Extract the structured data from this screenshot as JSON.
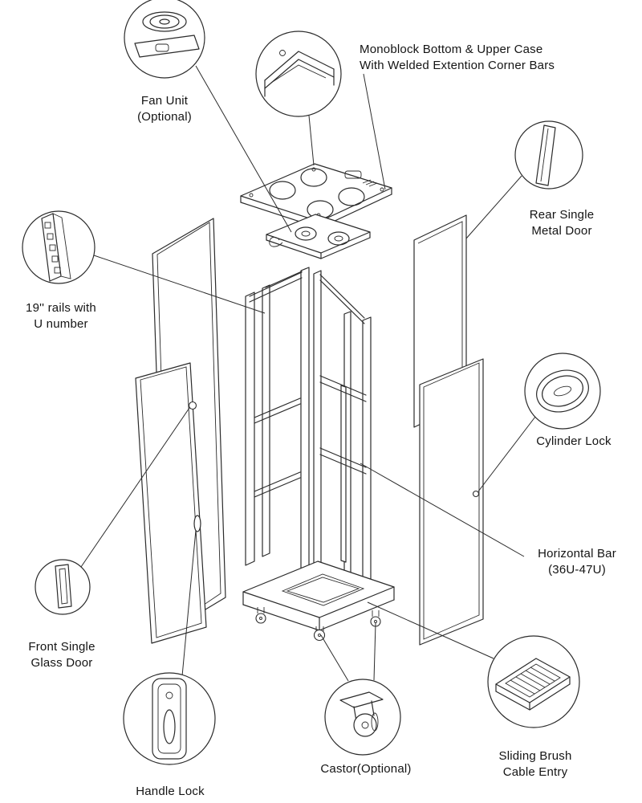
{
  "labels": {
    "fan_unit": {
      "line1": "Fan Unit",
      "line2": "(Optional)"
    },
    "monoblock": {
      "line1": "Monoblock Bottom & Upper Case",
      "line2": "With Welded Extention Corner Bars"
    },
    "rear_door": {
      "line1": "Rear Single",
      "line2": "Metal Door"
    },
    "rails": {
      "line1": "19'' rails with",
      "line2": "U number"
    },
    "cylinder_lock": {
      "line1": "Cylinder Lock"
    },
    "horizontal_bar": {
      "line1": "Horizontal Bar",
      "line2": "(36U-47U)"
    },
    "front_door": {
      "line1": "Front Single",
      "line2": "Glass Door"
    },
    "handle_lock": {
      "line1": "Handle Lock"
    },
    "castor": {
      "line1": "Castor(Optional)"
    },
    "cable_entry": {
      "line1": "Sliding Brush",
      "line2": "Cable Entry"
    }
  },
  "colors": {
    "line": "#2b2b2b",
    "background": "#ffffff"
  }
}
